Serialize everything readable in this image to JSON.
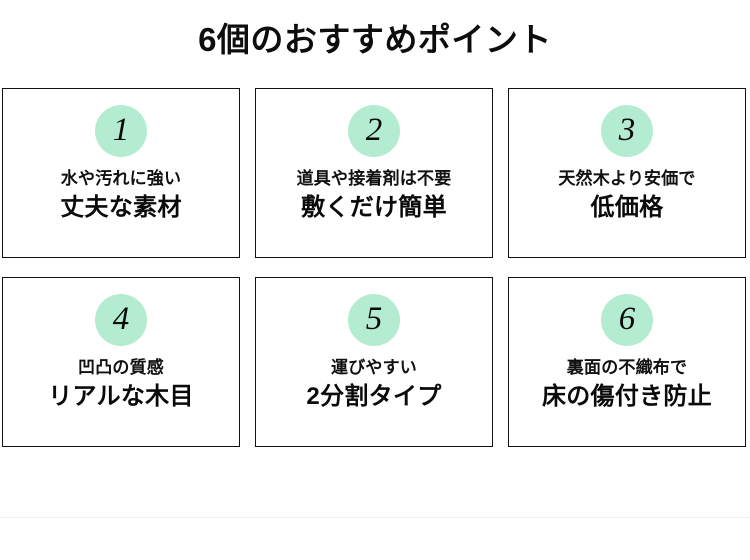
{
  "page": {
    "title": "6個のおすすめポイント",
    "background_color": "#ffffff",
    "text_color": "#111111",
    "badge_color": "#b3ecd0",
    "border_color": "#111111",
    "divider_color": "#f1f1f1"
  },
  "cards": [
    {
      "number": "1",
      "sub": "水や汚れに強い",
      "main": "丈夫な素材"
    },
    {
      "number": "2",
      "sub": "道具や接着剤は不要",
      "main": "敷くだけ簡単"
    },
    {
      "number": "3",
      "sub": "天然木より安価で",
      "main": "低価格"
    },
    {
      "number": "4",
      "sub": "凹凸の質感",
      "main": "リアルな木目"
    },
    {
      "number": "5",
      "sub": "運びやすい",
      "main": "2分割タイプ"
    },
    {
      "number": "6",
      "sub": "裏面の不織布で",
      "main": "床の傷付き防止"
    }
  ]
}
